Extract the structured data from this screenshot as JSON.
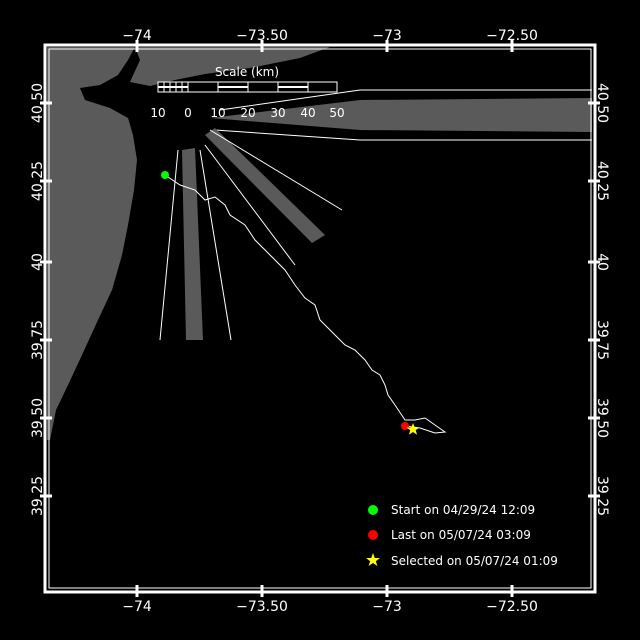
{
  "map": {
    "x_ticks": [
      "−74",
      "−73.50",
      "−73",
      "−72.50"
    ],
    "y_ticks": [
      "40.50",
      "40.25",
      "40",
      "39.75",
      "39.50",
      "39.25"
    ],
    "scale": {
      "title": "Scale (km)",
      "labels": [
        "10",
        "0",
        "10",
        "20",
        "30",
        "40",
        "50"
      ]
    },
    "legend": [
      {
        "icon": "green-dot-icon",
        "color": "#00ff00",
        "label": "Start on 04/29/24 12:09"
      },
      {
        "icon": "red-dot-icon",
        "color": "#ff0000",
        "label": "Last on 05/07/24 03:09"
      },
      {
        "icon": "yellow-star-icon",
        "color": "#ffff00",
        "label": "Selected on 05/07/24 01:09"
      }
    ],
    "colors": {
      "land": "#5a5a5a",
      "track": "#ffffff",
      "background": "#000000"
    }
  }
}
